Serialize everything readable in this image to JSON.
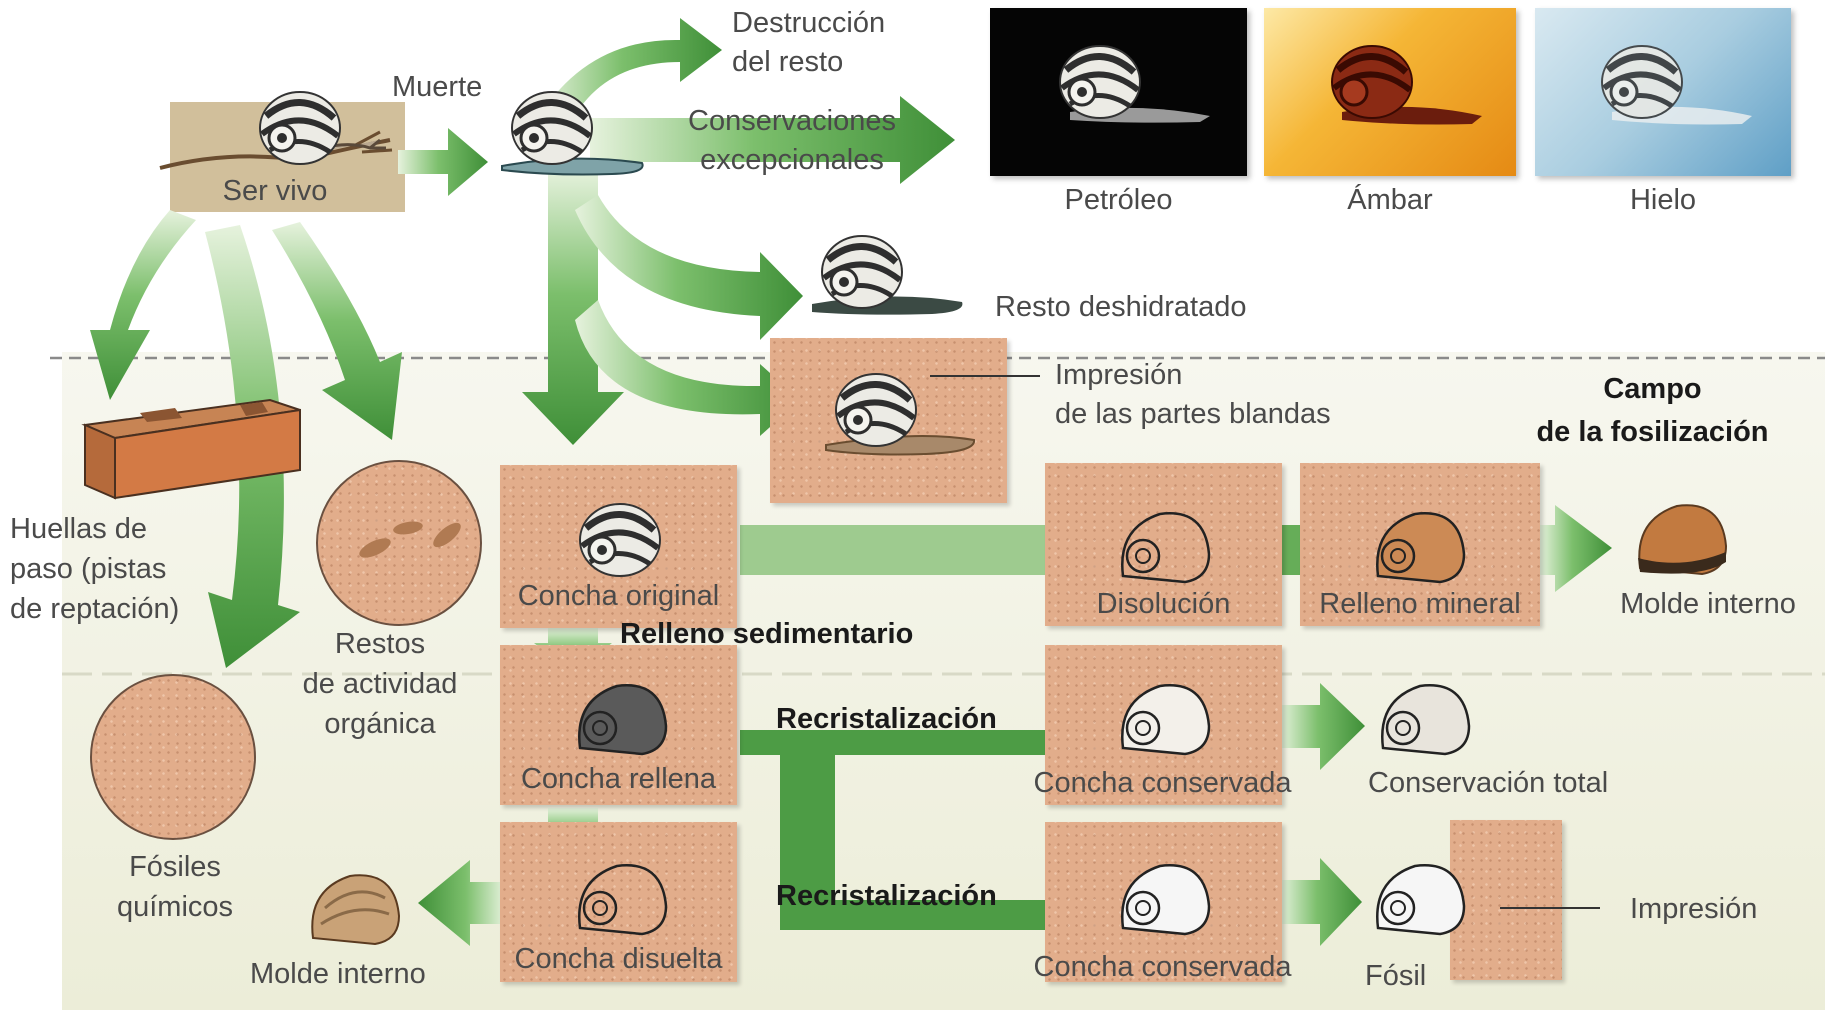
{
  "labels": {
    "ser_vivo": "Ser vivo",
    "muerte": "Muerte",
    "destruccion_1": "Destrucción",
    "destruccion_2": "del resto",
    "conserv_1": "Conservaciones",
    "conserv_2": "excepcionales",
    "petroleo": "Petróleo",
    "ambar": "Ámbar",
    "hielo": "Hielo",
    "resto_deshidratado": "Resto deshidratado",
    "impresion_blandas_1": "Impresión",
    "impresion_blandas_2": "de las partes blandas",
    "campo_1": "Campo",
    "campo_2": "de la fosilización",
    "huellas_1": "Huellas de",
    "huellas_2": "paso (pistas",
    "huellas_3": "de reptación)",
    "restos_1": "Restos",
    "restos_2": "de actividad",
    "restos_3": "orgánica",
    "fosiles_1": "Fósiles",
    "fosiles_2": "químicos",
    "concha_original": "Concha original",
    "relleno_sedimentario": "Relleno sedimentario",
    "concha_rellena": "Concha rellena",
    "concha_disuelta": "Concha disuelta",
    "molde_interno_left": "Molde interno",
    "disolucion": "Disolución",
    "relleno_mineral": "Relleno mineral",
    "molde_interno_right": "Molde interno",
    "recristalizacion_1": "Recristalización",
    "recristalizacion_2": "Recristalización",
    "concha_conservada_1": "Concha conservada",
    "concha_conservada_2": "Concha conservada",
    "conservacion_total": "Conservación total",
    "fosil": "Fósil",
    "impresion": "Impresión"
  },
  "colors": {
    "arrow_green": "#4a9a43",
    "sand": "#e2ad8b",
    "field_background": "#f1f2e4",
    "dashed_line": "#8a8a8a"
  },
  "icons": [
    "snail-icon",
    "shell-icon",
    "footprint-icon",
    "sediment-block-icon"
  ]
}
